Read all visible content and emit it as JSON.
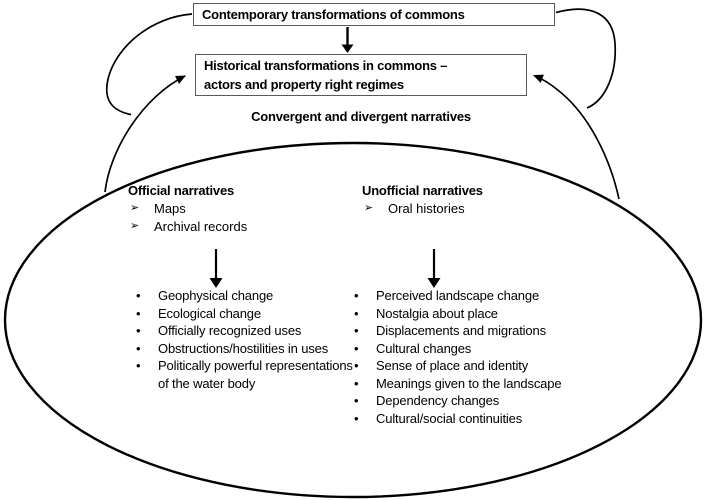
{
  "colors": {
    "ink": "#000000",
    "box_border": "#595959",
    "background": "#ffffff"
  },
  "icons": {
    "arrow_bullet": "➢",
    "dot_bullet": "•"
  },
  "diagram": {
    "contemporary_box": "Contemporary transformations of commons",
    "historical_box_line1": "Historical transformations in commons –",
    "historical_box_line2": "actors and property right regimes",
    "subtitle": "Convergent and divergent narratives",
    "official": {
      "heading": "Official narratives",
      "sources": [
        "Maps",
        "Archival records"
      ],
      "findings": [
        "Geophysical change",
        "Ecological change",
        "Officially recognized uses",
        "Obstructions/hostilities in uses",
        "Politically powerful representations of the water body"
      ]
    },
    "unofficial": {
      "heading": "Unofficial narratives",
      "sources": [
        "Oral histories"
      ],
      "findings": [
        "Perceived landscape change",
        "Nostalgia about place",
        "Displacements and migrations",
        "Cultural changes",
        "Sense of place and identity",
        "Meanings given to the landscape",
        "Dependency changes",
        "Cultural/social continuities"
      ]
    }
  }
}
